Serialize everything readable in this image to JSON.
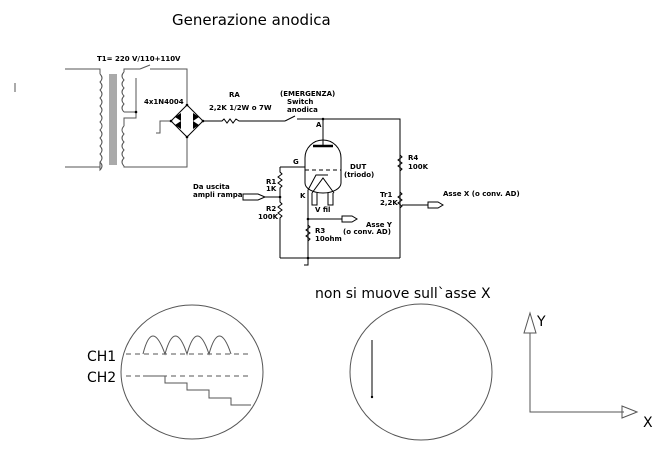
{
  "title": "Generazione anodica",
  "transformer": {
    "label": "T1= 220 V/110+110V"
  },
  "bridge": {
    "label": "4x1N4004"
  },
  "ra": {
    "name": "RA",
    "value": "2,2K 1/2W o 7W"
  },
  "switch": {
    "line1": "(EMERGENZA)",
    "line2": "Switch",
    "line3": "anodica"
  },
  "node_a": "A",
  "tube": {
    "line1": "DUT",
    "line2": "(triodo)",
    "grid": "G",
    "cathode": "K",
    "heater": "V fil"
  },
  "r1": {
    "name": "R1",
    "value": "1K"
  },
  "r2": {
    "name": "R2",
    "value": "100K"
  },
  "r3": {
    "name": "R3",
    "value": "10ohm"
  },
  "r4": {
    "name": "R4",
    "value": "100K"
  },
  "tr1": {
    "name": "Tr1",
    "value": "2,2K"
  },
  "input": {
    "line1": "Da uscita",
    "line2": "ampli rampa"
  },
  "out_x": "Asse X (o conv. AD)",
  "out_y": {
    "line1": "Asse Y",
    "line2": "(o conv. AD)"
  },
  "scope1": {
    "ch1": "CH1",
    "ch2": "CH2"
  },
  "scope2": {
    "caption": "non si muove sull`asse X"
  },
  "axes": {
    "y": "Y",
    "x": "X"
  }
}
